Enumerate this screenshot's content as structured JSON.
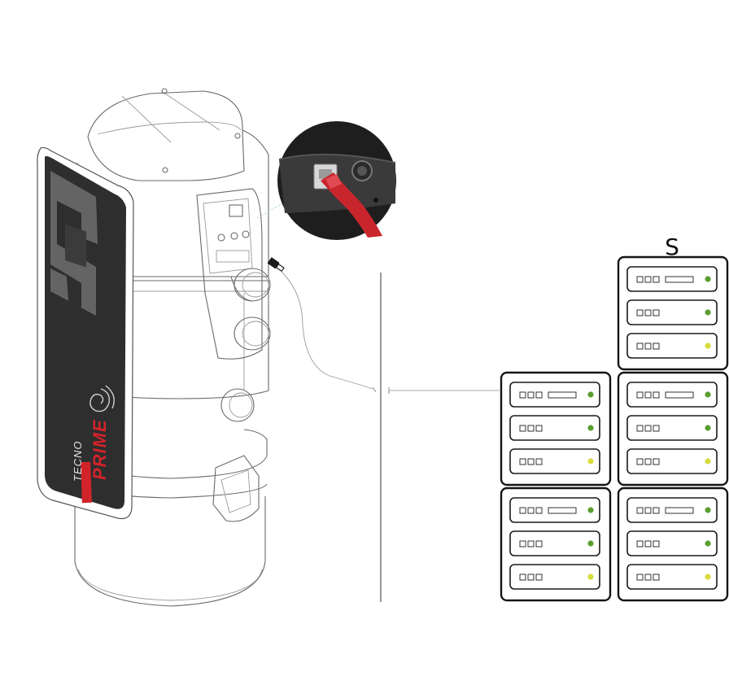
{
  "device": {
    "brand_line1": "TECNO",
    "brand_line2": "PRIME",
    "accent_color": "#d2232a",
    "panel_color": "#2e2e2e"
  },
  "zoom_inset": {
    "cable_color": "#c8252d"
  },
  "connection": {
    "icon": "ethernet-plug-icon"
  },
  "server_rack": {
    "logo": "S",
    "units": [
      {
        "leds": [
          "#5a9e2f",
          "#5a9e2f",
          "#d7dc3c"
        ]
      },
      {
        "leds": [
          "#5a9e2f",
          "#5a9e2f",
          "#d7dc3c"
        ]
      },
      {
        "leds": [
          "#5a9e2f",
          "#5a9e2f",
          "#d7dc3c"
        ]
      },
      {
        "leds": [
          "#5a9e2f",
          "#5a9e2f",
          "#d7dc3c"
        ]
      },
      {
        "leds": [
          "#5a9e2f",
          "#5a9e2f",
          "#d7dc3c"
        ]
      }
    ]
  }
}
